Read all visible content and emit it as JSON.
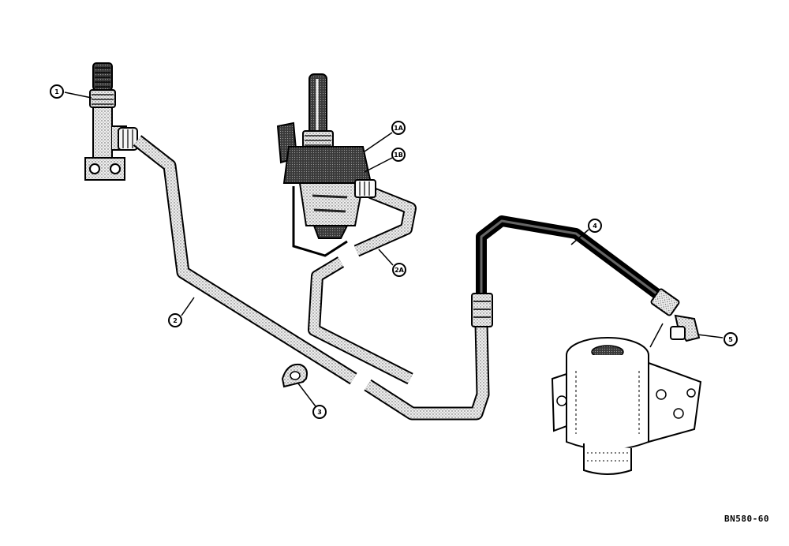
{
  "diagram": {
    "callouts": {
      "c1": "1",
      "c2": "2",
      "c2a": "2A",
      "c3": "3",
      "c4": "4",
      "c5": "5",
      "c1a": "1A",
      "c1b": "1B"
    },
    "figure_code": "BN580-60",
    "colors": {
      "ink": "#000000",
      "pipe_fill": "#d4d4d4",
      "hose_fill": "#2a2a2a",
      "paper": "#ffffff"
    }
  }
}
